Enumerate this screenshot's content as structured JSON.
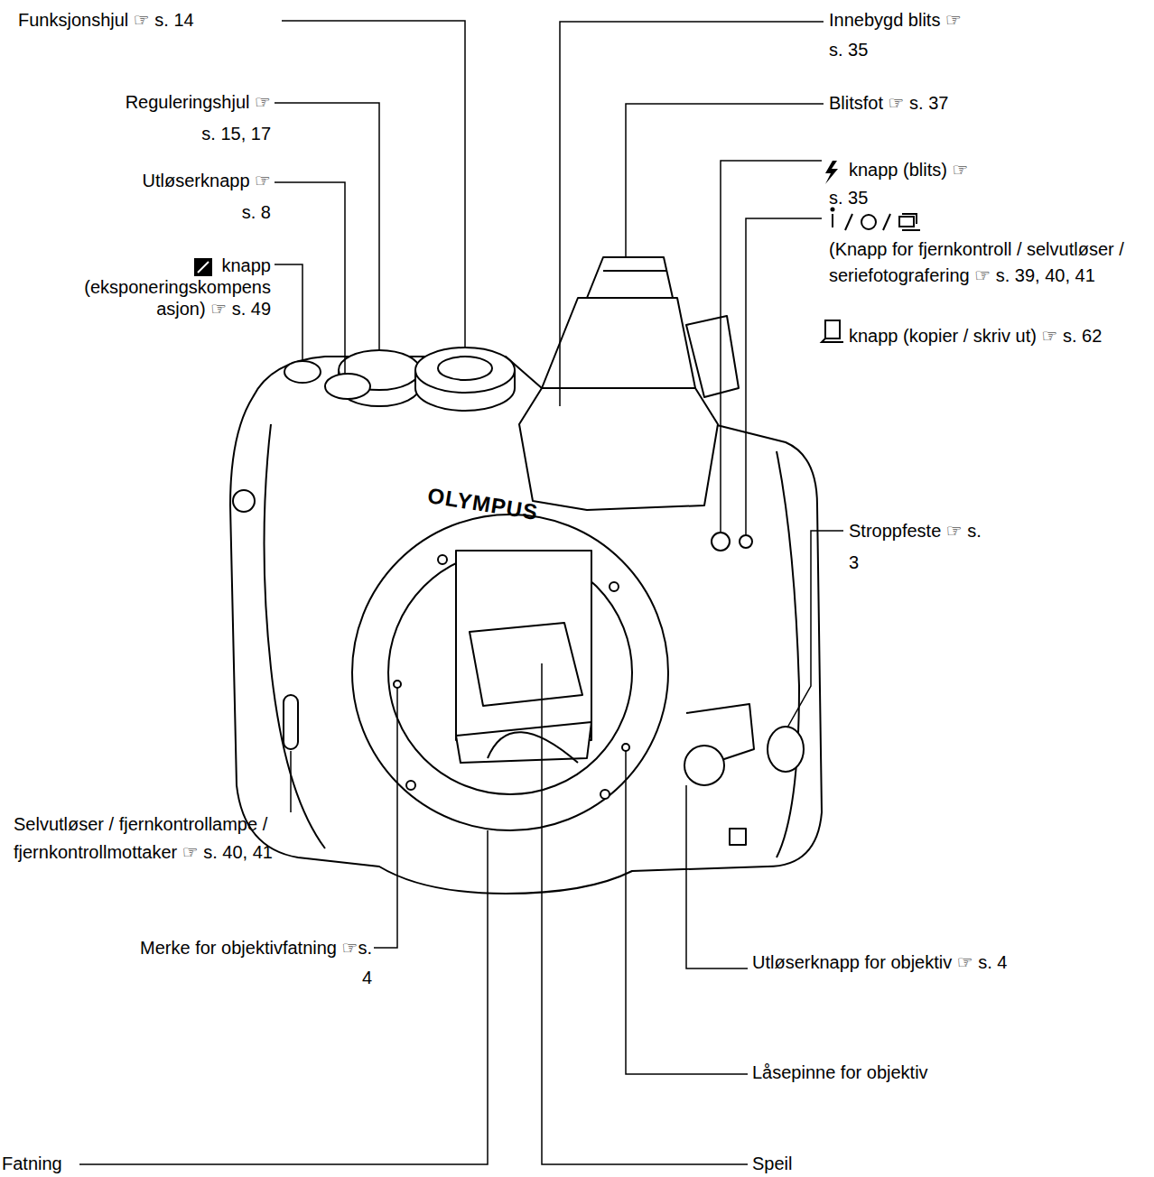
{
  "diagram": {
    "labels": [
      "Funksjonshjul ☞ s. 14",
      "Reguleringshjul ☞ s. 15, 17",
      "Utløserknapp ☞ s. 8",
      "knapp (eksponeringskompens asjon) ☞ s. 49",
      "Innebygd blits ☞ s. 35",
      "Blitsfot ☞ s. 37",
      "knapp (blits) ☞ s. 35",
      "(Knapp for fjernkontroll / selvutløser / seriefotografering ☞ s. 39, 40, 41",
      "knapp (kopier / skriv ut) ☞ s. 62",
      "Stroppfeste ☞ s. 3",
      "Selvutløser / fjernkontrollampe / fjernkontrollmottaker ☞ s. 40, 41",
      "Merke for objektivfatning ☞s. 4",
      "Utløserknapp for objektiv ☞ s. 4",
      "Låsepinne for objektiv",
      "Fatning",
      "Speil",
      "OLYMPUS"
    ]
  }
}
